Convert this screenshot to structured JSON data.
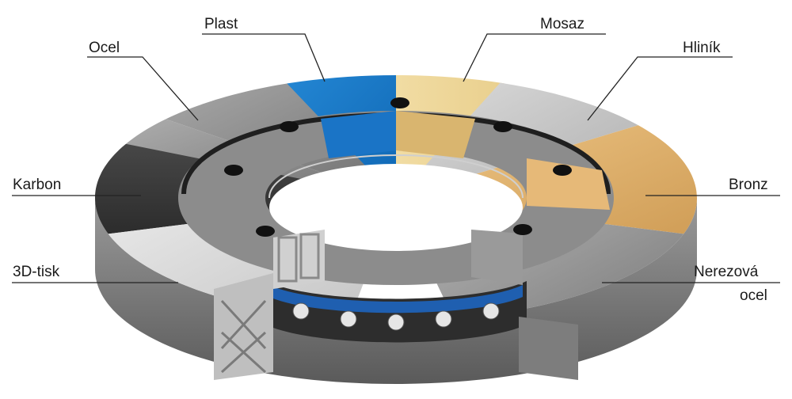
{
  "labels": {
    "plast": "Plast",
    "mosaz": "Mosaz",
    "ocel": "Ocel",
    "hlinik": "Hliník",
    "karbon": "Karbon",
    "bronz": "Bronz",
    "tisk3d": "3D-tisk",
    "nerezova": "Nerezová",
    "ocel2": "ocel"
  },
  "colors": {
    "plastic": "#1d7fd0",
    "brass": "#e9cf8e",
    "bronze": "#e0b06a",
    "steel": "#8e8e8e",
    "aluminium": "#c9c9c9",
    "carbon": "#3e3e3e",
    "print3d": "#d6d6d6",
    "stainless": "#a3a3a3"
  }
}
